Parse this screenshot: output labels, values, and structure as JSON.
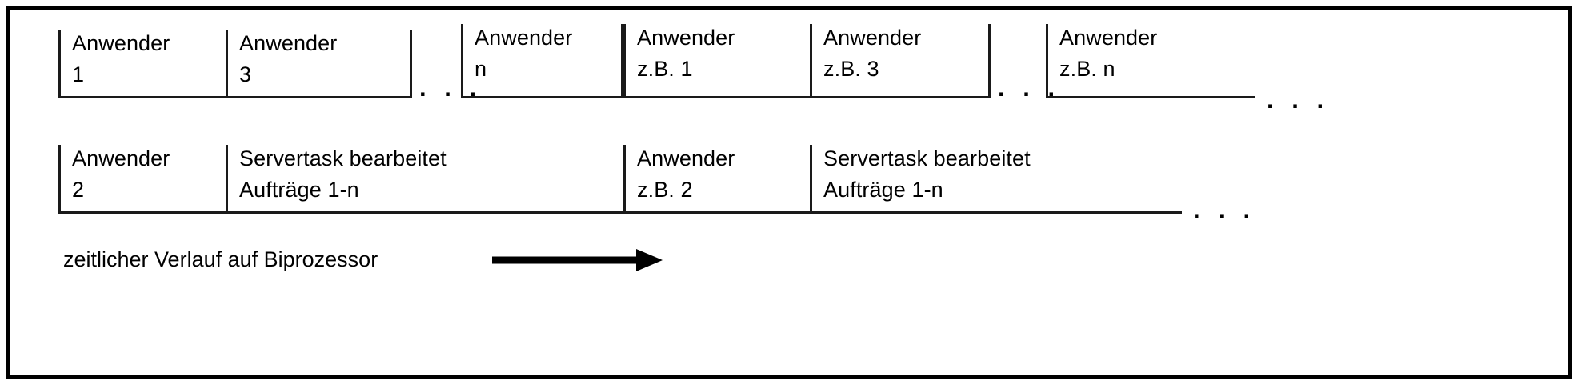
{
  "diagram": {
    "title": "zeitlicher Verlauf auf Biprozessor",
    "caption": "zeitlicher Verlauf auf Biprozessor",
    "ellipsis": ". . .",
    "colors": {
      "frame": "#000000",
      "line": "#1a1a1a",
      "text": "#000000",
      "background": "#ffffff",
      "arrow": "#000000"
    },
    "rows": [
      {
        "name": "row-user-tasks",
        "cells": [
          {
            "line1": "Anwender",
            "line2": "1"
          },
          {
            "line1": "Anwender",
            "line2": "3"
          },
          {
            "line1": "Anwender",
            "line2": "n"
          },
          {
            "line1": "Anwender",
            "line2": "z.B. 1"
          },
          {
            "line1": "Anwender",
            "line2": "z.B. 3"
          },
          {
            "line1": "Anwender",
            "line2": "z.B. n"
          }
        ]
      },
      {
        "name": "row-server-tasks",
        "cells": [
          {
            "line1": "Anwender",
            "line2": "2"
          },
          {
            "line1": "Servertask bearbeitet",
            "line2": "Aufträge 1-n"
          },
          {
            "line1": "Anwender",
            "line2": "z.B. 2"
          },
          {
            "line1": "Servertask bearbeitet",
            "line2": "Aufträge 1-n"
          }
        ]
      }
    ],
    "axis": {
      "label": "zeitlicher Verlauf auf Biprozessor",
      "direction": "right",
      "arrow_icon": "arrow-right-icon"
    }
  }
}
